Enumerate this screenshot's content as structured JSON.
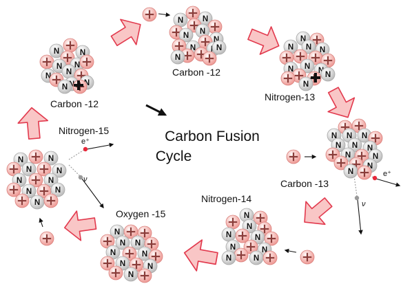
{
  "title": {
    "line1": "Carbon Fusion",
    "line2": "Cycle"
  },
  "stage_labels": [
    "Carbon -12",
    "Carbon -12",
    "Nitrogen-13",
    "Carbon -13",
    "Nitrogen-14",
    "Oxygen -15",
    "Nitrogen-15"
  ],
  "particles": {
    "neutron_symbol": "N",
    "positron_symbol": "e⁺",
    "neutrino_symbol": "ν"
  },
  "colors": {
    "proton_fill": "#f5b3b0",
    "proton_edge": "#d9817d",
    "neutron_fill": "#dcdcdc",
    "neutron_edge": "#a9a9a9",
    "arrow_fill": "#f9c6c6",
    "arrow_edge": "#e23a4e",
    "positron": "#e8283a",
    "neutrino": "#9a9a9a",
    "text": "#111111"
  }
}
